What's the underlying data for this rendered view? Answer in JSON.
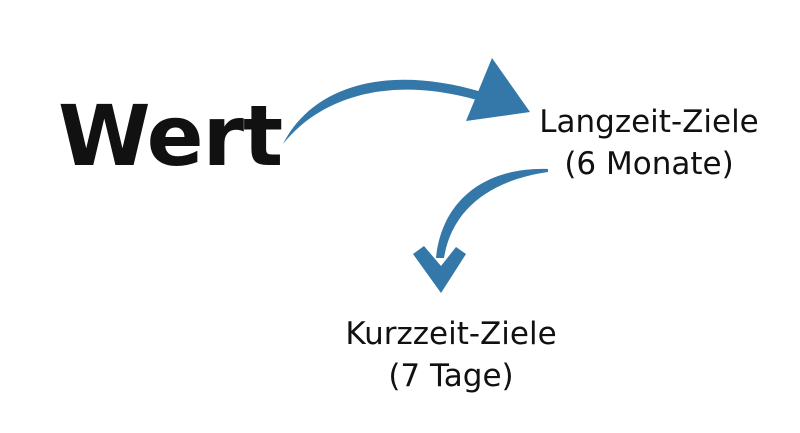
{
  "diagram": {
    "root_label": "Wert",
    "long_term": {
      "title": "Langzeit-Ziele",
      "duration": "(6 Monate)"
    },
    "short_term": {
      "title": "Kurzzeit-Ziele",
      "duration": "(7 Tage)"
    }
  },
  "colors": {
    "arrow": "#3378a8",
    "text": "#111111",
    "background": "#ffffff"
  }
}
